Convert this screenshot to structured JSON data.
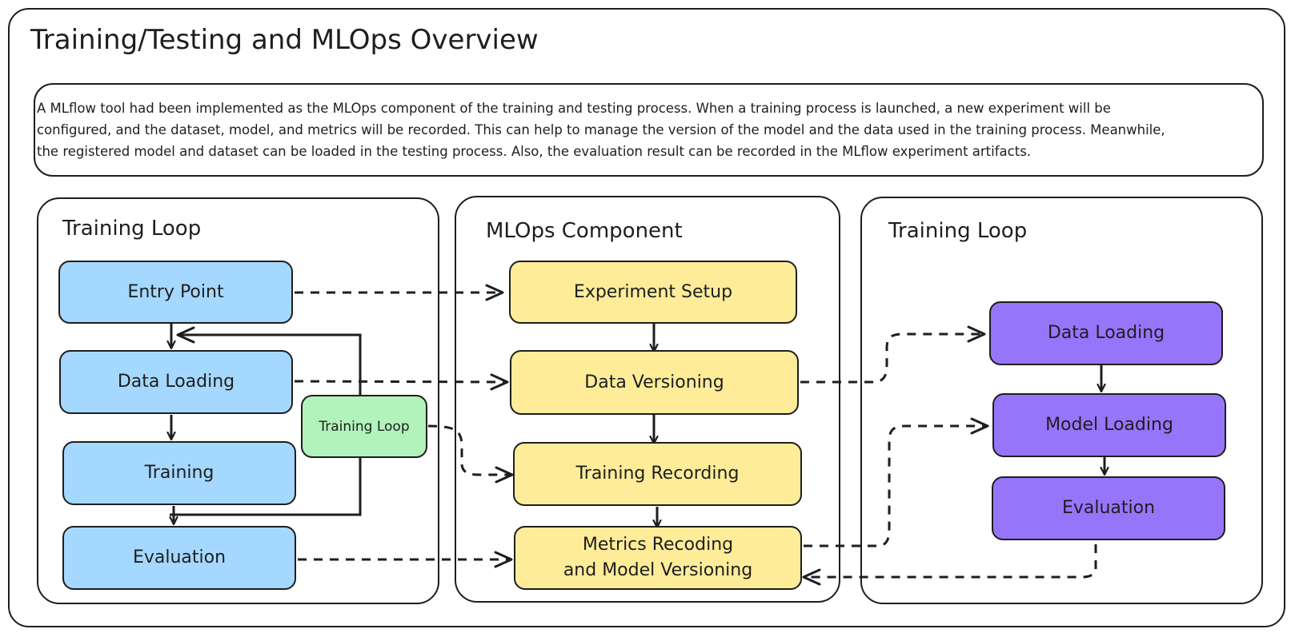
{
  "title": "Training/Testing and MLOps Overview",
  "description": "A MLflow tool had been implemented as the MLOps component of the training and testing process. When a training process is launched, a new experiment will be\nconfigured, and the dataset, model, and metrics will be recorded. This can help to manage the version of the model and the data used in the training process. Meanwhile,\nthe registered model and dataset can be loaded in the testing process. Also, the evaluation result can be recorded in the MLflow experiment artifacts.",
  "panels": {
    "left": {
      "title": "Training Loop",
      "nodes": {
        "entry_point": "Entry Point",
        "data_loading": "Data Loading",
        "training": "Training",
        "evaluation": "Evaluation",
        "training_loop": "Training Loop"
      }
    },
    "middle": {
      "title": "MLOps Component",
      "nodes": {
        "experiment_setup": "Experiment Setup",
        "data_versioning": "Data Versioning",
        "training_recording": "Training Recording",
        "metrics_recording": "Metrics Recoding\nand Model Versioning"
      }
    },
    "right": {
      "title": "Training Loop",
      "nodes": {
        "data_loading": "Data Loading",
        "model_loading": "Model Loading",
        "evaluation": "Evaluation"
      }
    }
  },
  "colors": {
    "stroke": "#1e1e1e",
    "blue": "#a5d8ff",
    "yellow": "#ffec99",
    "purple": "#9775fa",
    "green": "#b2f2bb"
  }
}
